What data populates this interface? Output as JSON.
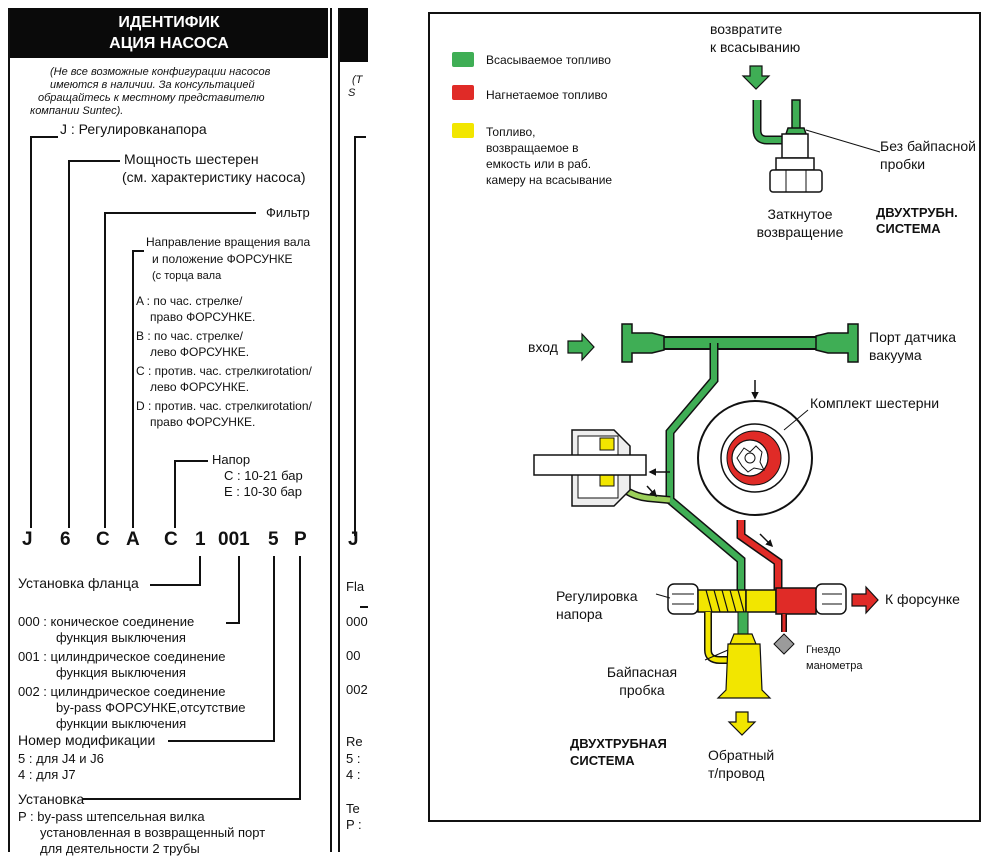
{
  "left": {
    "title_line1": "ИДЕНТИФИК",
    "title_line2": "АЦИЯ НАСОСА",
    "note_lines": [
      "(Не все возможные конфигурации насосов",
      "имеются в наличии. За консультацией",
      "обращайтесь к местному представителю",
      "компании Suntec)."
    ],
    "j_label": "J : Регулировканапора",
    "gear_label_1": "Мощность шестерен",
    "gear_label_2": "(см. характеристику насоса)",
    "filter_label": "Фильтр",
    "rotation_lines": [
      "Направление вращения вала",
      "и положение ФОРСУНКЕ",
      "(с торца вала"
    ],
    "rot_a": [
      "A : по час. стрелке/",
      "право ФОРСУНКЕ."
    ],
    "rot_b": [
      "B : по час. стрелке/",
      "лево ФОРСУНКЕ."
    ],
    "rot_c": [
      "C : против. час. стрелкиrotation/",
      "лево ФОРСУНКЕ."
    ],
    "rot_d": [
      "D : против. час. стрелкиrotation/",
      "право ФОРСУНКЕ."
    ],
    "pressure_title": "Напор",
    "pressure_c": "C : 10-21  бар",
    "pressure_e": "E : 10-30  бар",
    "code_chars": [
      "J",
      "6",
      "C",
      "A",
      "C",
      "1",
      "001",
      "5",
      "P"
    ],
    "flange_label": "Установка фланца",
    "conn_000": [
      "000 :  коническое соединение",
      "функция выключения"
    ],
    "conn_001": [
      "001 :  цилиндрическое соединение",
      "функция выключения"
    ],
    "conn_002": [
      "002 :  цилиндрическое соединение",
      "by-pass ФОРСУНКЕ,отсутствие",
      "функции выключения"
    ],
    "mod_label": "Номер модификации",
    "mod_5": "5 :  для J4 и J6",
    "mod_4": "4 :  для J7",
    "install_label": "Установка",
    "install_p": [
      "P :  by-pass штепсельная вилка",
      "установленная в возвращенный порт",
      "для деятельности 2 трубы"
    ]
  },
  "middle": {
    "note_frag_1": "(Т",
    "note_frag_2": "S",
    "code_char": "J",
    "frag_fla": "Fla",
    "frag_000": "000",
    "frag_00": "00",
    "frag_002": "002",
    "frag_re": "Re",
    "frag_5": "5 :",
    "frag_4": "4 :",
    "frag_te": "Te",
    "frag_p": "P :"
  },
  "diagram": {
    "legend": {
      "suction": "Всасываемое топливо",
      "pressure": "Нагнетаемое топливо",
      "return_lines": [
        "Топливо,",
        "возвращаемое в",
        "емкость или в раб.",
        "камеру на всасывание"
      ]
    },
    "return_to_suction": [
      "возвратите",
      "к всасыванию"
    ],
    "no_bypass_plug": [
      "Без байпасной",
      "пробки"
    ],
    "plugged_return": [
      "Заткнутое",
      "возвращение"
    ],
    "two_pipe_top": [
      "ДВУХТРУБН.",
      "СИСТЕМА"
    ],
    "inlet": "вход",
    "vacuum_port": [
      "Порт датчика",
      "вакуума"
    ],
    "gear_set": "Комплект шестерни",
    "pressure_adjust": [
      "Регулировка",
      "напора"
    ],
    "to_nozzle": "К форсунке",
    "gauge_port": [
      "Гнездо",
      "манометра"
    ],
    "bypass_plug": [
      "Байпасная",
      "пробка"
    ],
    "two_pipe_bottom": [
      "ДВУХТРУБНАЯ",
      "СИСТЕМА"
    ],
    "return_line": [
      "Обратный",
      "т/провод"
    ],
    "colors": {
      "suction": "#3fae55",
      "pressure": "#e02b27",
      "return": "#f2e600"
    }
  }
}
